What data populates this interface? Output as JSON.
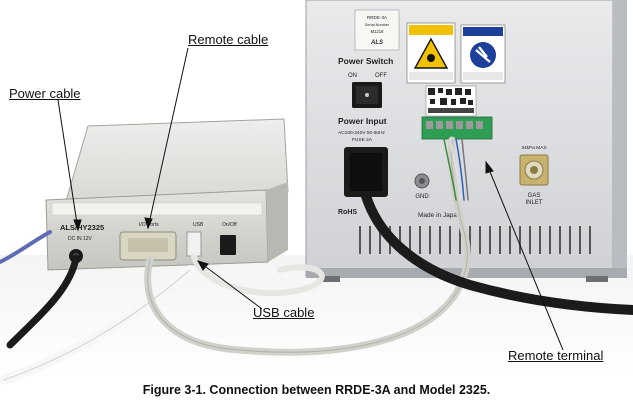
{
  "callouts": {
    "power_cable": "Power cable",
    "remote_cable": "Remote cable",
    "usb_cable": "USB cable",
    "remote_terminal": "Remote terminal"
  },
  "caption": "Figure 3-1. Connection between RRDE-3A and Model 2325.",
  "rrde": {
    "model": "RRDE-3A",
    "serial_label": "Serial Number",
    "serial_number": "M1218",
    "logo": "ALS",
    "power_switch_label": "Power Switch",
    "on_label": "ON",
    "off_label": "OFF",
    "power_input_label": "Power Input",
    "power_rating_1": "AC100-240V 50-60Hz",
    "power_rating_2": "FUSE 2A",
    "gnd_label": "GND",
    "pressure_max": "34kPa MAX",
    "gas_inlet_1": "GAS",
    "gas_inlet_2": "INLET",
    "made_in": "Made in Japan",
    "rohs": "RoHS"
  },
  "model2325": {
    "brand": "ALS/HY2325",
    "dc_in": "DC IN 12V",
    "io_ports": "I/O Ports",
    "usb": "USB",
    "on_off": "On/Off"
  }
}
